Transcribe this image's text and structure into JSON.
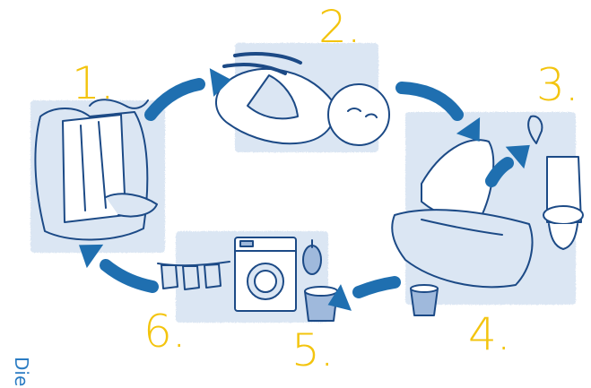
{
  "steps": [
    {
      "label": "1.",
      "scene": "diaper-insert"
    },
    {
      "label": "2.",
      "scene": "baby-diaper-change"
    },
    {
      "label": "3.",
      "scene": "liner-to-toilet"
    },
    {
      "label": "4.",
      "scene": "rinse-into-bucket"
    },
    {
      "label": "5.",
      "scene": "washing-machine"
    },
    {
      "label": "6.",
      "scene": "clothesline-drying"
    }
  ],
  "side_text": "Die",
  "colors": {
    "number": "#f3c40e",
    "arrow": "#1f6fb0",
    "ink": "#1c4a86",
    "wash": "#dbe6f3",
    "wash_dark": "#9fb9dc",
    "side_text": "#2b7cc3"
  },
  "icons": [
    "arrow-icon",
    "diaper-icon",
    "baby-icon",
    "toilet-icon",
    "bucket-icon",
    "washing-machine-icon",
    "clothesline-icon"
  ]
}
